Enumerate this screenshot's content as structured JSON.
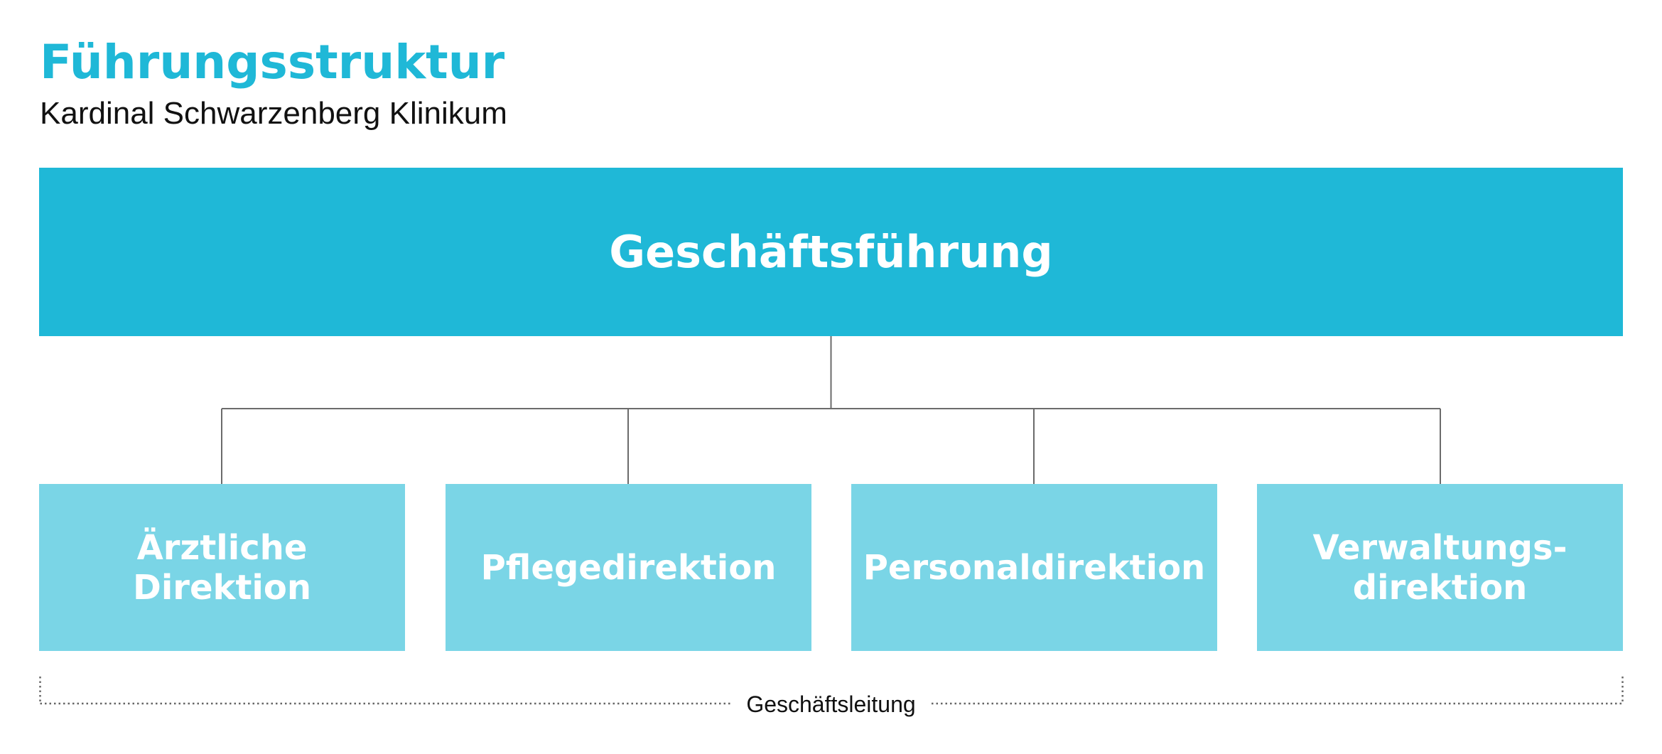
{
  "header": {
    "title": "Führungsstruktur",
    "subtitle": "Kardinal Schwarzenberg Klinikum"
  },
  "org": {
    "top": {
      "label": "Geschäftsführung"
    },
    "children": [
      {
        "label": "Ärztliche\nDirektion"
      },
      {
        "label": "Pflegedirektion"
      },
      {
        "label": "Personaldirektion"
      },
      {
        "label": "Verwaltungs-\ndirektion"
      }
    ]
  },
  "bracket": {
    "label": "Geschäftsleitung"
  },
  "colors": {
    "primary": "#1fb8d7",
    "secondary": "#7ad5e6",
    "connector": "#6b6b6b",
    "bracket": "#666666"
  }
}
